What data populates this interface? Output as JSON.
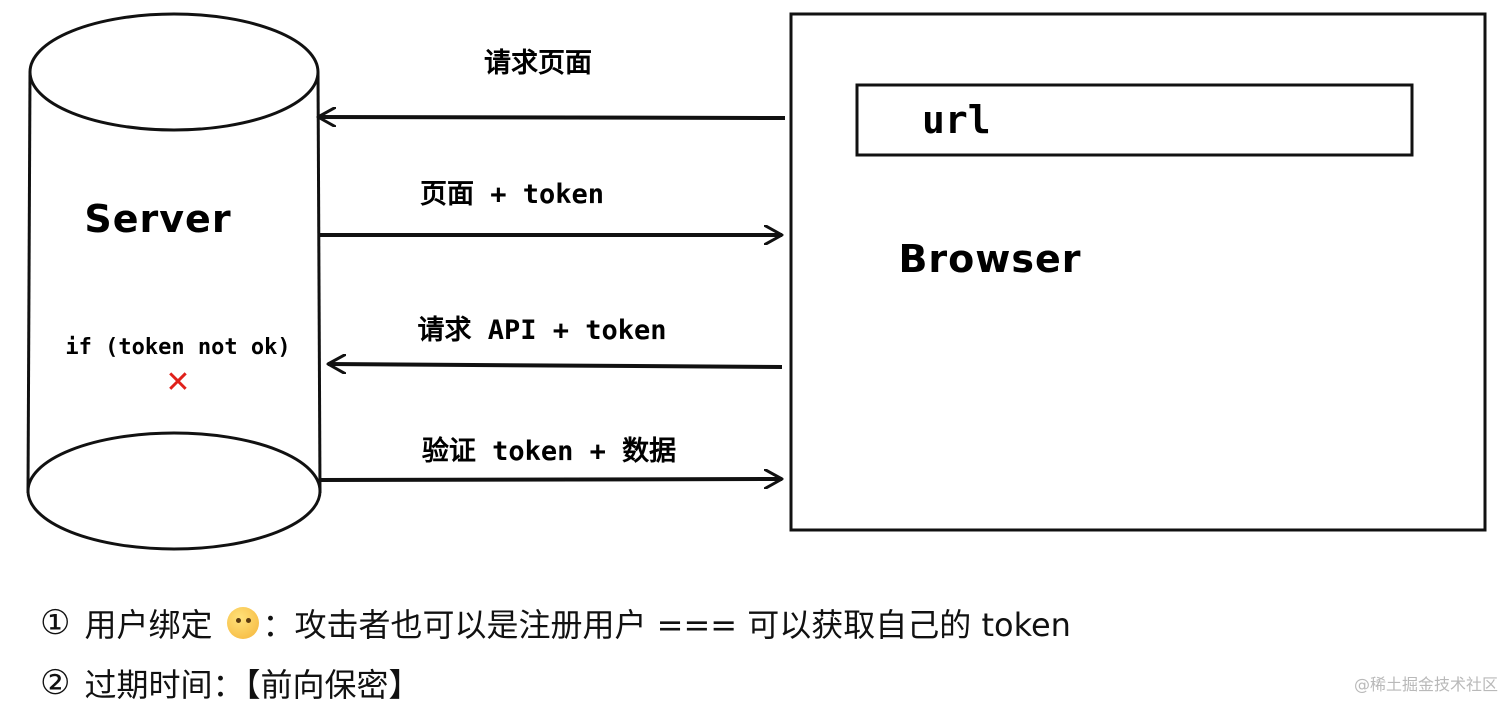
{
  "server": {
    "label": "Server",
    "condition": "if (token not ok)",
    "reject_mark": "✕",
    "reject_color": "#e0211b"
  },
  "browser": {
    "label": "Browser",
    "url_label": "url"
  },
  "arrows": [
    {
      "label": "请求页面",
      "direction": "to-server"
    },
    {
      "label": "页面 + token",
      "direction": "to-browser"
    },
    {
      "label": "请求 API + token",
      "direction": "to-server"
    },
    {
      "label": "验证 token + 数据",
      "direction": "to-browser"
    }
  ],
  "notes": [
    {
      "number": "①",
      "text_before": "用户绑定",
      "icon": "thinking-face-icon",
      "text_after": "：攻击者也可以是注册用户 === 可以获取自己的 token"
    },
    {
      "number": "②",
      "text_before": "过期时间：【前向保密】"
    }
  ],
  "watermark": "@稀土掘金技术社区"
}
